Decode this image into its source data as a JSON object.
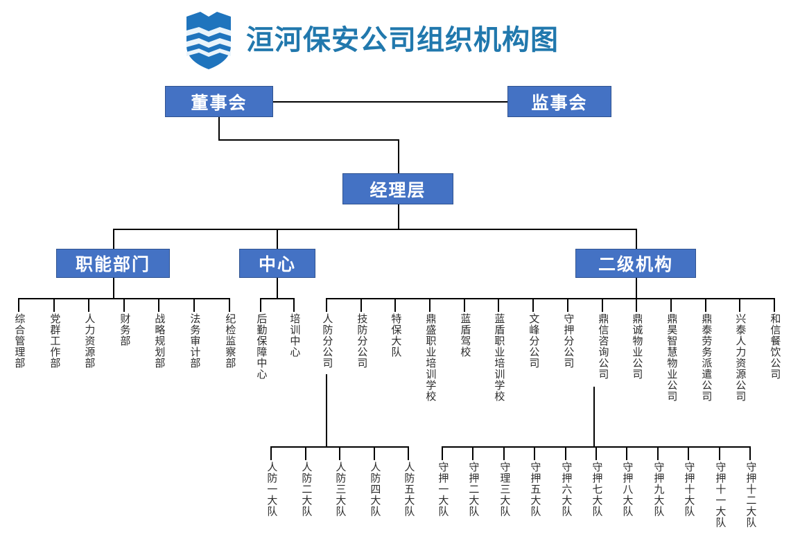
{
  "header": {
    "title": "洹河保安公司组织机构图",
    "title_color": "#2178ad",
    "logo_name": "shield-wave-logo"
  },
  "theme": {
    "box_fill": "#4472c4",
    "box_border": "#2f528f",
    "box_text": "#ffffff",
    "line_color": "#000000",
    "leaf_text": "#2b2b2b"
  },
  "boxes": {
    "board": "董事会",
    "supervisors": "监事会",
    "management": "经理层",
    "functional": "职能部门",
    "center": "中心",
    "secondary": "二级机构"
  },
  "functional_departments": [
    "综合管理部",
    "党群工作部",
    "人力资源部",
    "财务部",
    "战略规划部",
    "法务审计部",
    "纪检监察部"
  ],
  "centers": [
    "后勤保障中心",
    "培训中心"
  ],
  "secondary_institutions": [
    "人防分公司",
    "技防分公司",
    "特保大队",
    "鼎盛职业培训学校",
    "蓝盾驾校",
    "蓝盾职业培训学校",
    "文峰分公司",
    "守押分公司",
    "鼎信咨询公司",
    "鼎诚物业公司",
    "鼎昊智慧物业公司",
    "鼎泰劳务派遣公司",
    "兴泰人力资源公司",
    "和信餐饮公司"
  ],
  "renfang_brigades": [
    "人防一大队",
    "人防二大队",
    "人防三大队",
    "人防四大队",
    "人防五大队"
  ],
  "shouya_brigades": [
    "守押一大队",
    "守押二大队",
    "守理三大队",
    "守押五大队",
    "守押六大队",
    "守押七大队",
    "守押八大队",
    "守押九大队",
    "守押十大队",
    "守押十一大队",
    "守押十二大队"
  ]
}
